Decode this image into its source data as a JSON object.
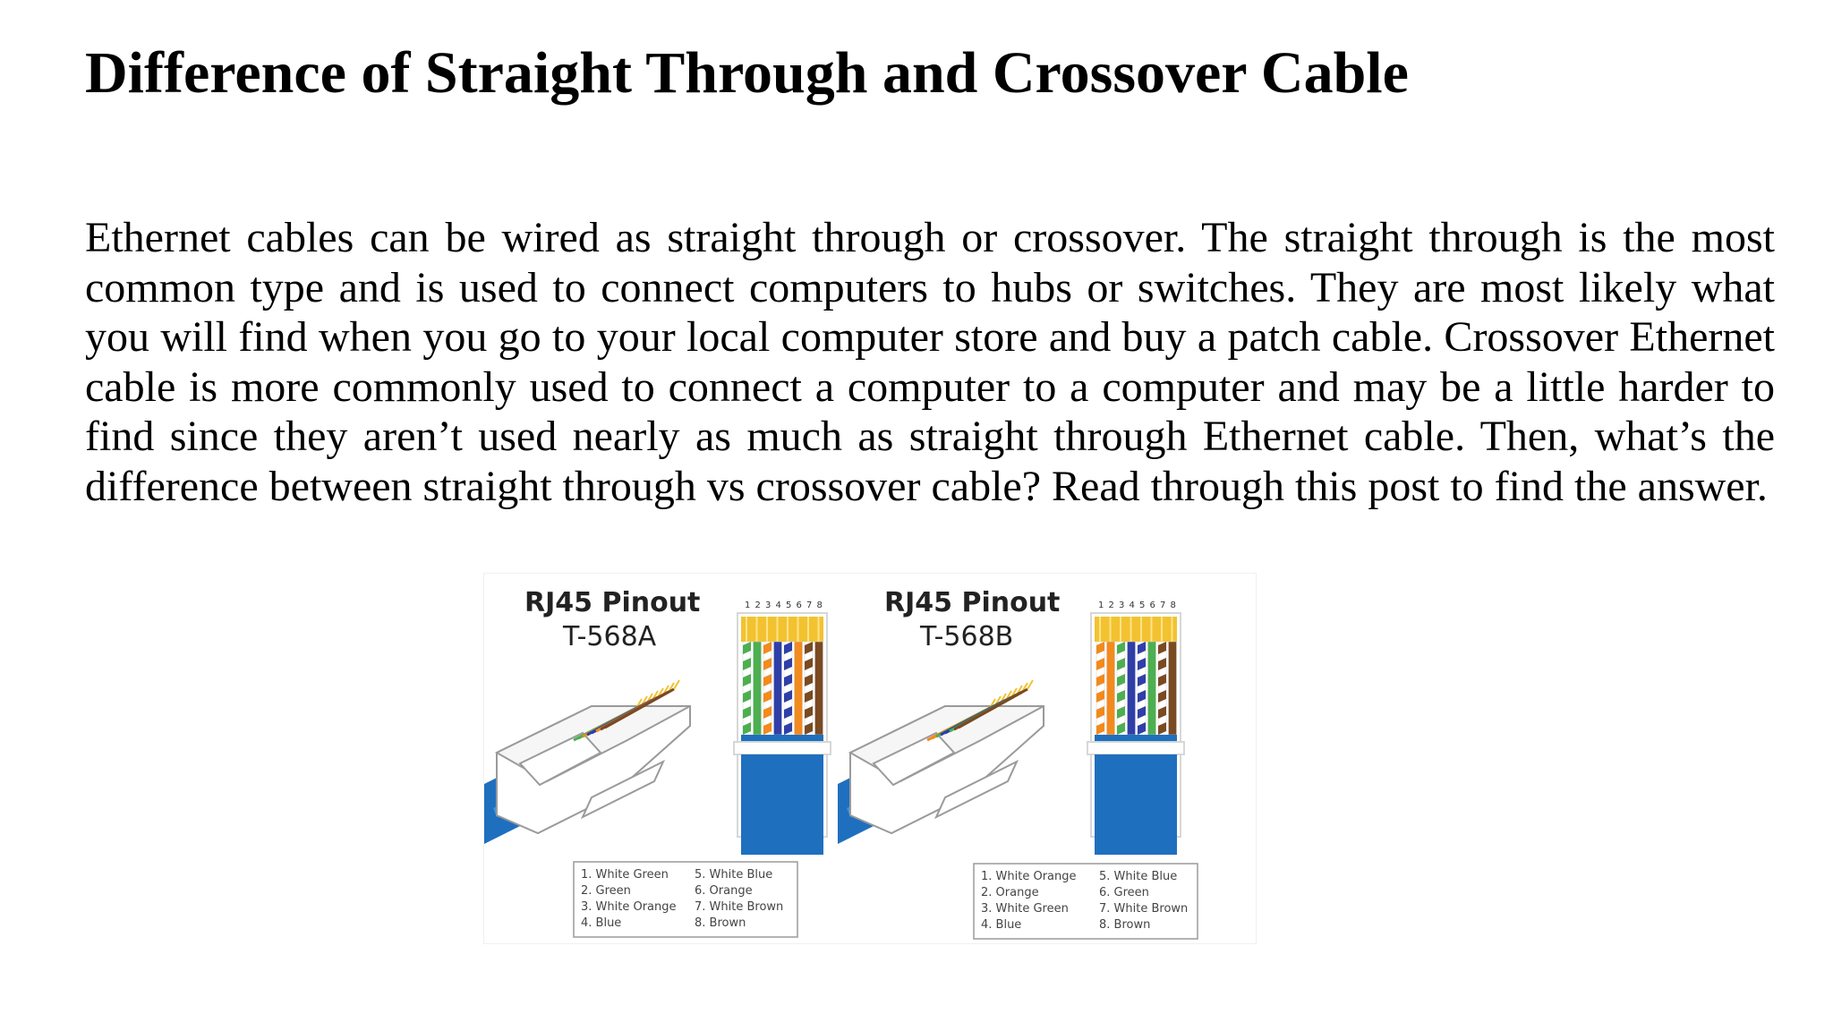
{
  "document": {
    "title": "Difference of Straight Through and Crossover Cable",
    "paragraph": "Ethernet cables can be wired as straight through or crossover. The straight through is the most common type and is used to connect computers to hubs or switches. They are most likely what you will find when you go to your local computer store and buy a patch cable. Crossover Ethernet cable is more commonly used to connect a computer to a computer and may be a little harder to find since they aren’t used nearly as much as straight through Ethernet cable. Then, what’s the difference between straight through vs crossover cable? Read through this post to find the answer."
  },
  "figure": {
    "pin_numbers": [
      "1",
      "2",
      "3",
      "4",
      "5",
      "6",
      "7",
      "8"
    ],
    "panels": [
      {
        "title": "RJ45 Pinout",
        "standard": "T-568A",
        "legend_left": [
          "1. White Green",
          "2. Green",
          "3. White Orange",
          "4. Blue"
        ],
        "legend_right": [
          "5. White Blue",
          "6. Orange",
          "7. White Brown",
          "8. Brown"
        ],
        "wire_colors": [
          {
            "base": "#ffffff",
            "stripe": "#4caf50"
          },
          {
            "base": "#4caf50",
            "stripe": ""
          },
          {
            "base": "#ffffff",
            "stripe": "#f28a1e"
          },
          {
            "base": "#2f3fa8",
            "stripe": ""
          },
          {
            "base": "#ffffff",
            "stripe": "#2f3fa8"
          },
          {
            "base": "#f28a1e",
            "stripe": ""
          },
          {
            "base": "#ffffff",
            "stripe": "#7a4a22"
          },
          {
            "base": "#7a4a22",
            "stripe": ""
          }
        ]
      },
      {
        "title": "RJ45 Pinout",
        "standard": "T-568B",
        "legend_left": [
          "1. White Orange",
          "2. Orange",
          "3. White Green",
          "4. Blue"
        ],
        "legend_right": [
          "5. White Blue",
          "6. Green",
          "7. White Brown",
          "8. Brown"
        ],
        "wire_colors": [
          {
            "base": "#ffffff",
            "stripe": "#f28a1e"
          },
          {
            "base": "#f28a1e",
            "stripe": ""
          },
          {
            "base": "#ffffff",
            "stripe": "#4caf50"
          },
          {
            "base": "#2f3fa8",
            "stripe": ""
          },
          {
            "base": "#ffffff",
            "stripe": "#2f3fa8"
          },
          {
            "base": "#4caf50",
            "stripe": ""
          },
          {
            "base": "#ffffff",
            "stripe": "#7a4a22"
          },
          {
            "base": "#7a4a22",
            "stripe": ""
          }
        ]
      }
    ],
    "colors": {
      "cable_jacket": "#1f6fbf",
      "contact_gold": "#f2c230",
      "connector_body": "#ffffff",
      "outline": "#9a9a9a"
    }
  }
}
